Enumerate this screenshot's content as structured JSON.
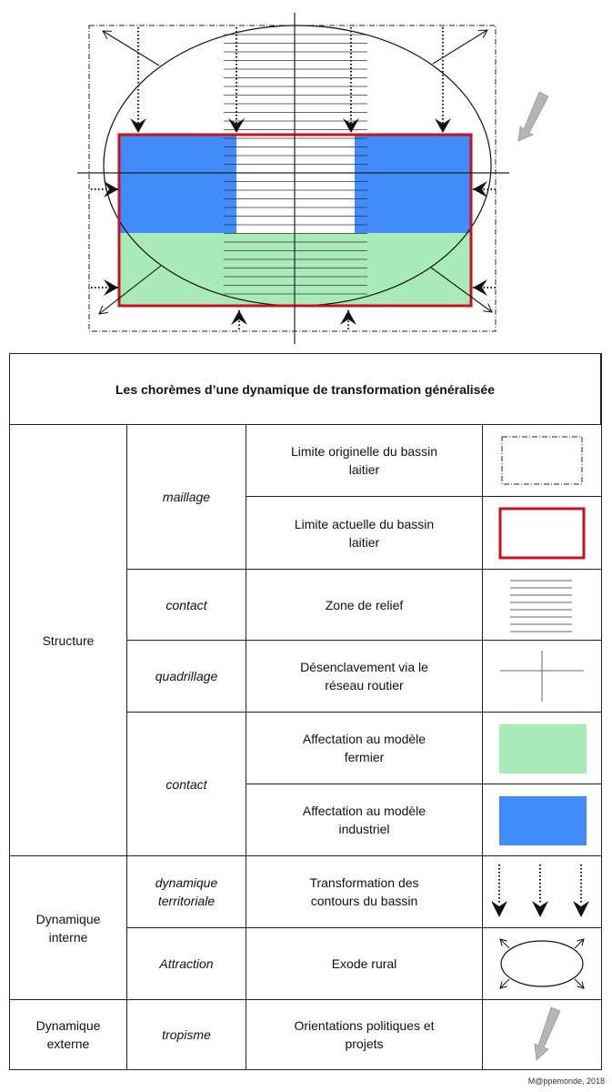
{
  "colors": {
    "industrial": "#418bfb",
    "farm": "#a8ebb8",
    "limit": "#c8101e",
    "tropism": "#b5b5b5"
  },
  "table": {
    "title": "Les chorèmes d’une dynamique de transformation généralisée",
    "groups": [
      {
        "label": "Structure"
      },
      {
        "label": "Dynamique interne"
      },
      {
        "label": "Dynamique externe"
      }
    ],
    "types": [
      "maillage",
      "contact",
      "quadrillage",
      "contact",
      "dynamique territoriale",
      "Attraction",
      "tropisme"
    ],
    "rows": [
      {
        "label": "Limite originelle du bassin laitier",
        "symbol": "dash-dot-rectangle-icon"
      },
      {
        "label": "Limite actuelle du bassin laitier",
        "symbol": "red-rectangle-icon"
      },
      {
        "label": "Zone de relief",
        "symbol": "hatch-lines-icon"
      },
      {
        "label": "Désenclavement via le réseau routier",
        "symbol": "road-cross-icon"
      },
      {
        "label": "Affectation au modèle fermier",
        "symbol": "green-area-icon"
      },
      {
        "label": "Affectation au modèle industriel",
        "symbol": "blue-area-icon"
      },
      {
        "label": "Transformation des contours du bassin",
        "symbol": "dotted-down-arrows-icon"
      },
      {
        "label": "Exode rural",
        "symbol": "ellipse-outward-arrows-icon"
      },
      {
        "label": "Orientations politiques et projets",
        "symbol": "grey-arrow-icon"
      }
    ]
  },
  "credit": "M@ppemonde, 2018"
}
